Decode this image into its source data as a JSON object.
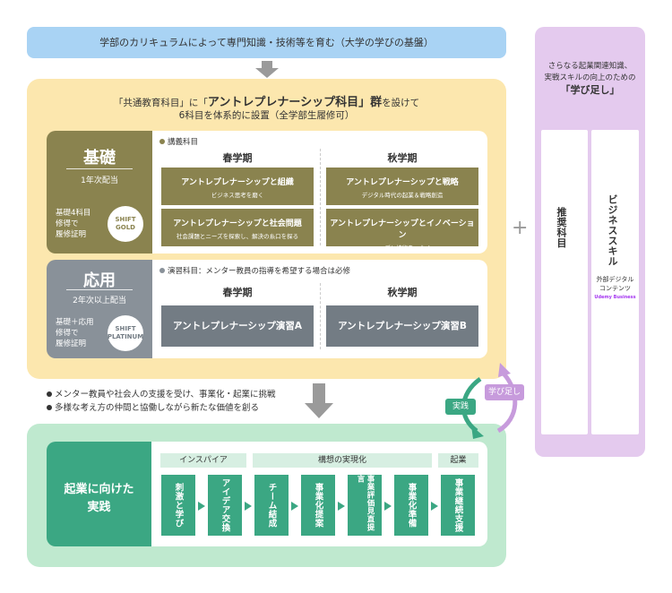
{
  "top_banner": "学部のカリキュラムによって専門知識・技術等を育む（大学の学びの基盤）",
  "yellow_header": {
    "line1_pre": "「共通教育科目」に「",
    "line1_bold": "アントレプレナーシップ科目」群",
    "line1_post": "を設けて",
    "line2": "6科目を体系的に設置（全学部生履修可）"
  },
  "basic": {
    "title": "基礎",
    "sub": "1年次配当",
    "cert": [
      "基礎4科目",
      "修得で",
      "履修証明"
    ],
    "badge": [
      "SHIFT",
      "GOLD"
    ],
    "legend": "講義科目",
    "spring": "春学期",
    "autumn": "秋学期",
    "courses": [
      {
        "title": "アントレプレナーシップと組織",
        "sub": "ビジネス思考を磨く"
      },
      {
        "title": "アントレプレナーシップと戦略",
        "sub": "デジタル時代の起業＆戦略創造"
      },
      {
        "title": "アントレプレナーシップと社会問題",
        "sub": "社会課題とニーズを探索し、解決の糸口を探る"
      },
      {
        "title": "アントレプレナーシップとイノベーション",
        "sub": "ニーズと技術をつなぐ"
      }
    ]
  },
  "advanced": {
    "title": "応用",
    "sub": "2年次以上配当",
    "cert": [
      "基礎＋応用",
      "修得で",
      "履修証明"
    ],
    "badge": [
      "SHIFT",
      "PLATINUM"
    ],
    "legend": "演習科目：メンター教員の指導を希望する場合は必修",
    "spring": "春学期",
    "autumn": "秋学期",
    "courses": [
      "アントレプレナーシップ演習A",
      "アントレプレナーシップ演習B"
    ]
  },
  "bullets": [
    "メンター教員や社会人の支援を受け、事業化・起業に挑戦",
    "多様な考え方の仲間と協働しながら新たな価値を創る"
  ],
  "practice_label": "実践",
  "manabi_label": "学び足し",
  "green": {
    "title": [
      "起業に向けた",
      "実践"
    ],
    "phases": [
      "インスパイア",
      "構想の実現化",
      "起業"
    ],
    "steps": [
      "刺激と学び",
      "アイデア交換",
      "チーム結成",
      "事業化提案",
      "事業評価見直提言",
      "事業化準備",
      "事業継続支援"
    ]
  },
  "purple": {
    "header": [
      "さらなる起業関連知識、",
      "実戦スキルの向上のための"
    ],
    "header_bold": "「学び足し」",
    "col1": "推奨科目",
    "col2": "ビジネススキル",
    "col2_sub": [
      "外部デジタル",
      "コンテンツ"
    ],
    "logo": "Udemy Business"
  },
  "plus": "+",
  "colors": {
    "basic": "#8a834f",
    "advanced": "#737c84",
    "green": "#3ba783",
    "purple": "#e4caee",
    "yellow": "#fce7ae",
    "blue": "#a9d3f4"
  }
}
